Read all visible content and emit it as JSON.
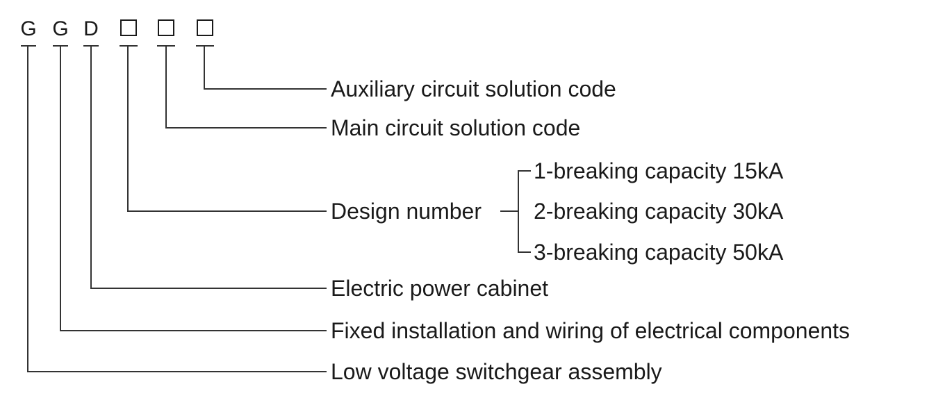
{
  "code": {
    "letters": [
      "G",
      "G",
      "D"
    ],
    "placeholder_boxes": 3
  },
  "items": [
    {
      "label": "Auxiliary circuit solution code"
    },
    {
      "label": "Main circuit solution code"
    },
    {
      "label": "Design number",
      "options": [
        "1-breaking capacity 15kA",
        "2-breaking capacity 30kA",
        "3-breaking capacity 50kA"
      ]
    },
    {
      "label": "Electric power cabinet"
    },
    {
      "label": "Fixed installation and wiring of electrical components"
    },
    {
      "label": "Low voltage switchgear assembly"
    }
  ]
}
